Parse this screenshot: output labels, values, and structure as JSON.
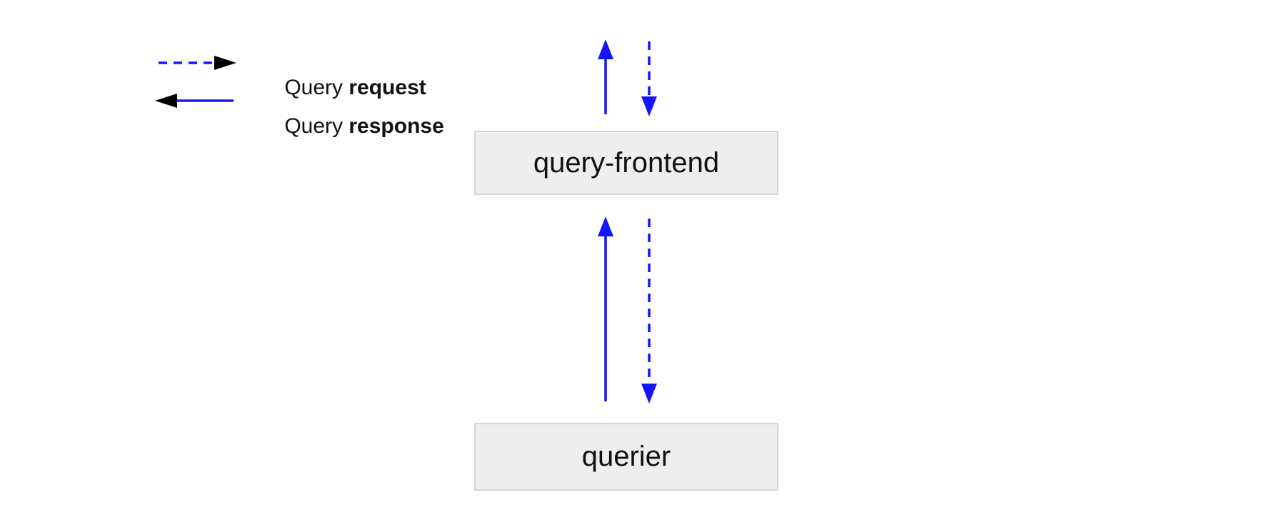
{
  "diagram": {
    "title": "query path diagram",
    "legend": {
      "items": [
        {
          "id": "request",
          "arrow_style": "dashed",
          "arrow_direction": "right",
          "label_normal": "Query ",
          "label_bold": "request"
        },
        {
          "id": "response",
          "arrow_style": "solid",
          "arrow_direction": "left",
          "label_normal": "Query ",
          "label_bold": "response"
        }
      ]
    },
    "nodes": [
      {
        "id": "query-frontend",
        "label": "query-frontend"
      },
      {
        "id": "querier",
        "label": "querier"
      }
    ],
    "edges": [
      {
        "at": "above query-frontend",
        "request": "dashed arrow down into query-frontend",
        "response": "solid arrow up out of query-frontend"
      },
      {
        "at": "query-frontend to querier",
        "request": "dashed arrow down into querier",
        "response": "solid arrow up into query-frontend"
      }
    ],
    "colors": {
      "arrow": "#1414ff",
      "node_fill": "#eeeeee",
      "node_border": "#d5d5d5",
      "text": "#111111",
      "background": "#ffffff"
    }
  }
}
